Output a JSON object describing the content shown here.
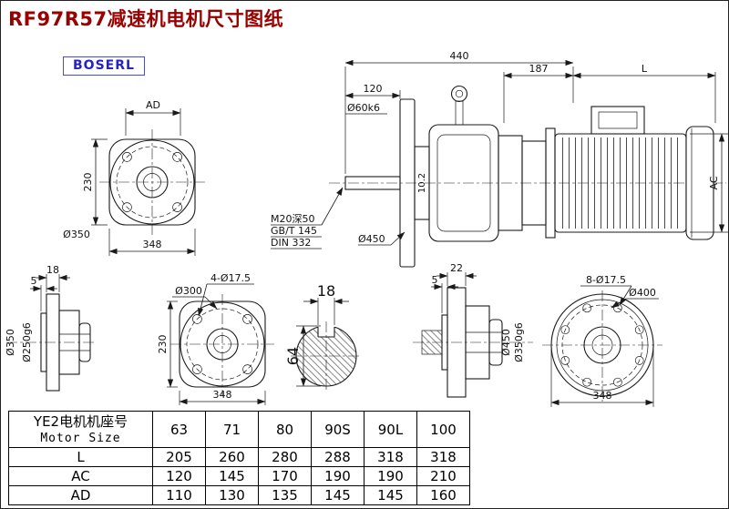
{
  "page": {
    "title": "RF97R57减速机电机尺寸图纸",
    "brand": "BOSERL"
  },
  "colors": {
    "title": "#990000",
    "brand": "#2323c8",
    "brand_border": "#5050b0",
    "line": "#1a1a1a"
  },
  "views": {
    "flange_front_top": {
      "dim_ad": "AD",
      "dia_350": "Ø350",
      "dim_230": "230",
      "dim_348": "348"
    },
    "assembly_side": {
      "dim_440": "440",
      "dim_120": "120",
      "shaft_dia": "Ø60k6",
      "dim_187": "187",
      "dim_l": "L",
      "dim_ac": "AC",
      "tap_note": "M20深50",
      "std_gb": "GB/T 145",
      "std_din": "DIN 332",
      "dia_450": "Ø450",
      "dim_key": "10.2"
    },
    "flange_b5_side": {
      "dim_18": "18",
      "dim_5": "5",
      "dia_350": "Ø350",
      "dia_250": "Ø250g6"
    },
    "flange_b5_front": {
      "holes": "4-Ø17.5",
      "dia_300": "Ø300",
      "dim_230": "230",
      "dim_348": "348"
    },
    "shaft_section": {
      "key_width": "18",
      "dia_height": "64"
    },
    "flange_b14_side": {
      "dim_22": "22",
      "dim_5": "5",
      "dia_450": "Ø450",
      "dia_350": "Ø350g6"
    },
    "flange_b14_front": {
      "holes": "8-Ø17.5",
      "dia_400": "Ø400",
      "dim_348": "348"
    }
  },
  "table": {
    "header_cn": "YE2电机机座号",
    "header_en": "Motor Size",
    "sizes": [
      "63",
      "71",
      "80",
      "90S",
      "90L",
      "100"
    ],
    "rows": [
      {
        "label": "L",
        "values": [
          "205",
          "260",
          "280",
          "288",
          "318",
          "318"
        ]
      },
      {
        "label": "AC",
        "values": [
          "120",
          "145",
          "170",
          "190",
          "190",
          "210"
        ]
      },
      {
        "label": "AD",
        "values": [
          "110",
          "130",
          "135",
          "145",
          "145",
          "160"
        ]
      }
    ]
  }
}
